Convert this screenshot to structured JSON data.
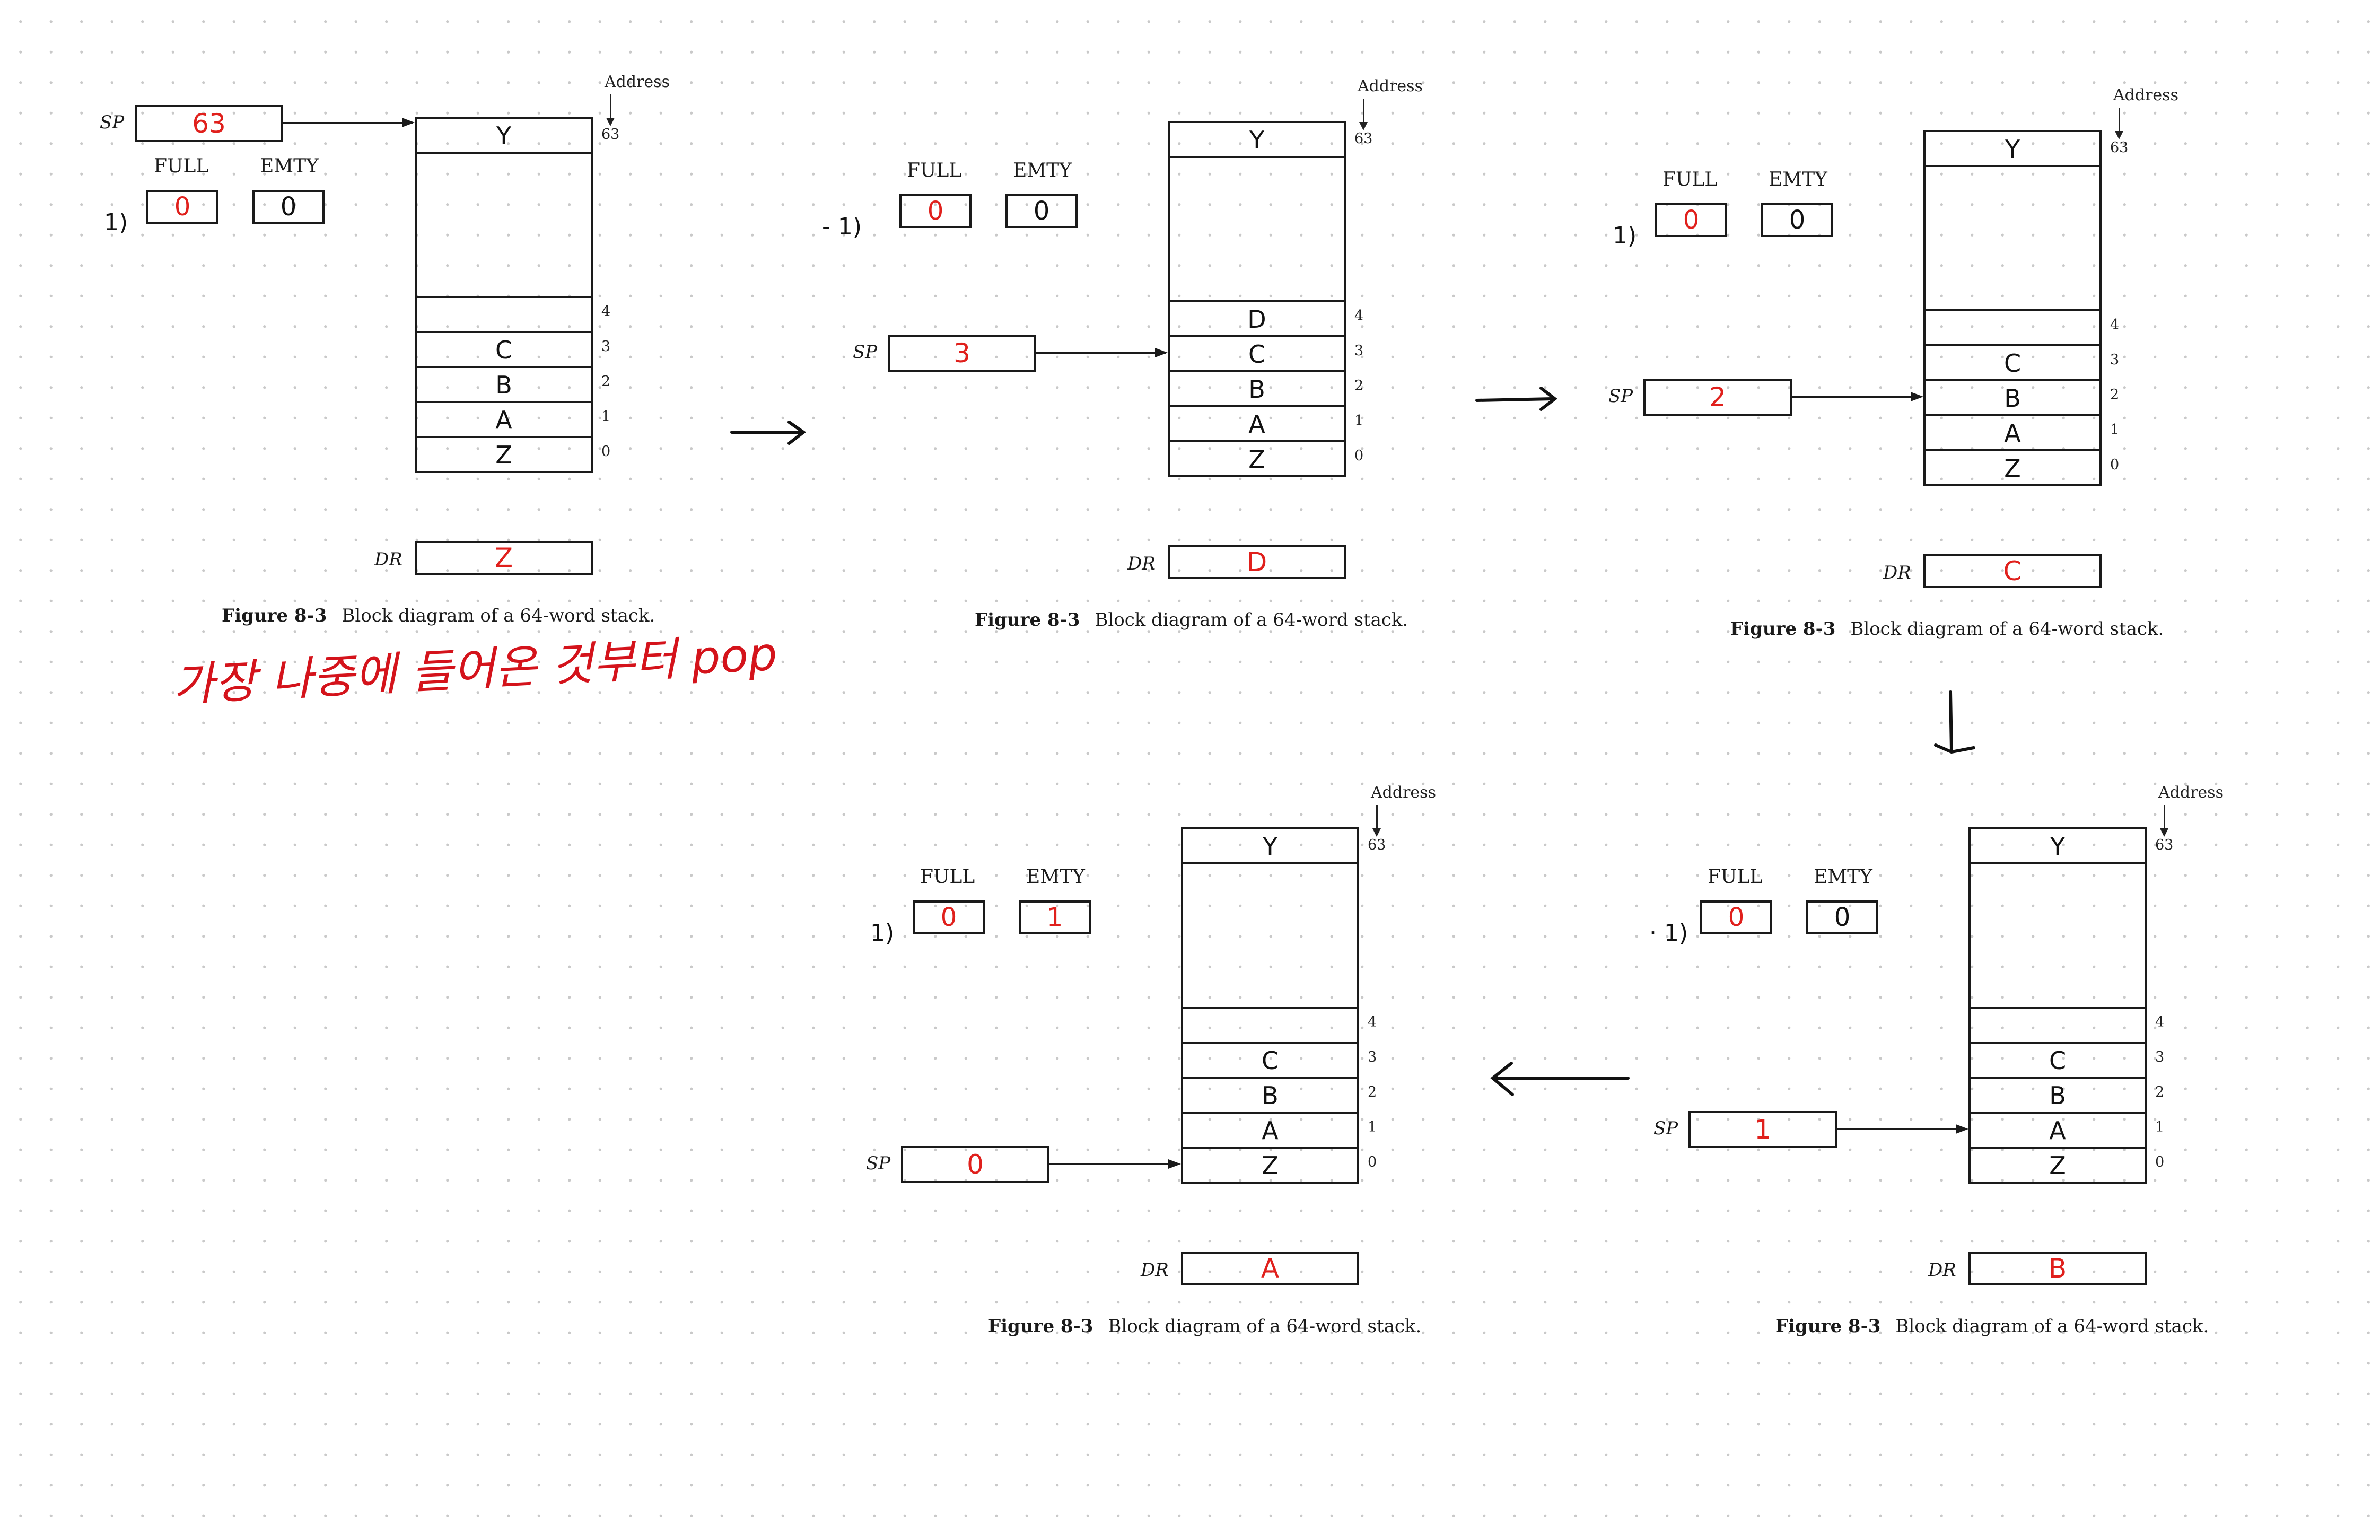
{
  "common": {
    "address_title": "Address",
    "full_label": "FULL",
    "empty_label": "EMTY",
    "sp_label": "SP",
    "dr_label": "DR",
    "step_label": "1)",
    "step_label_b": "- 1)",
    "step_label_e": "· 1)",
    "top_address": "63",
    "figure_number": "Figure 8-3",
    "figure_caption": "Block diagram of a 64-word stack.",
    "address_numbers": [
      "4",
      "3",
      "2",
      "1",
      "0"
    ]
  },
  "handwritten_note": "가장 나중에 들어온 것부터 pop",
  "diagrams": [
    {
      "id": "a",
      "top_item": "Y",
      "items": [
        "",
        "C",
        "B",
        "A",
        "Z"
      ],
      "sp": "63",
      "full": "0",
      "empty": "0",
      "dr": "Z"
    },
    {
      "id": "b",
      "top_item": "Y",
      "items": [
        "D",
        "C",
        "B",
        "A",
        "Z"
      ],
      "sp": "3",
      "full": "0",
      "empty": "0",
      "dr": "D"
    },
    {
      "id": "c",
      "top_item": "Y",
      "items": [
        "",
        "C",
        "B",
        "A",
        "Z"
      ],
      "sp": "2",
      "full": "0",
      "empty": "0",
      "dr": "C"
    },
    {
      "id": "d",
      "top_item": "Y",
      "items": [
        "",
        "C",
        "B",
        "A",
        "Z"
      ],
      "sp": "0",
      "full": "0",
      "empty": "1",
      "dr": "A"
    },
    {
      "id": "e",
      "top_item": "Y",
      "items": [
        "",
        "C",
        "B",
        "A",
        "Z"
      ],
      "sp": "1",
      "full": "0",
      "empty": "0",
      "dr": "B"
    }
  ],
  "colors": {
    "annotation_red": "#e0201c",
    "ink": "#1a1a1a"
  }
}
